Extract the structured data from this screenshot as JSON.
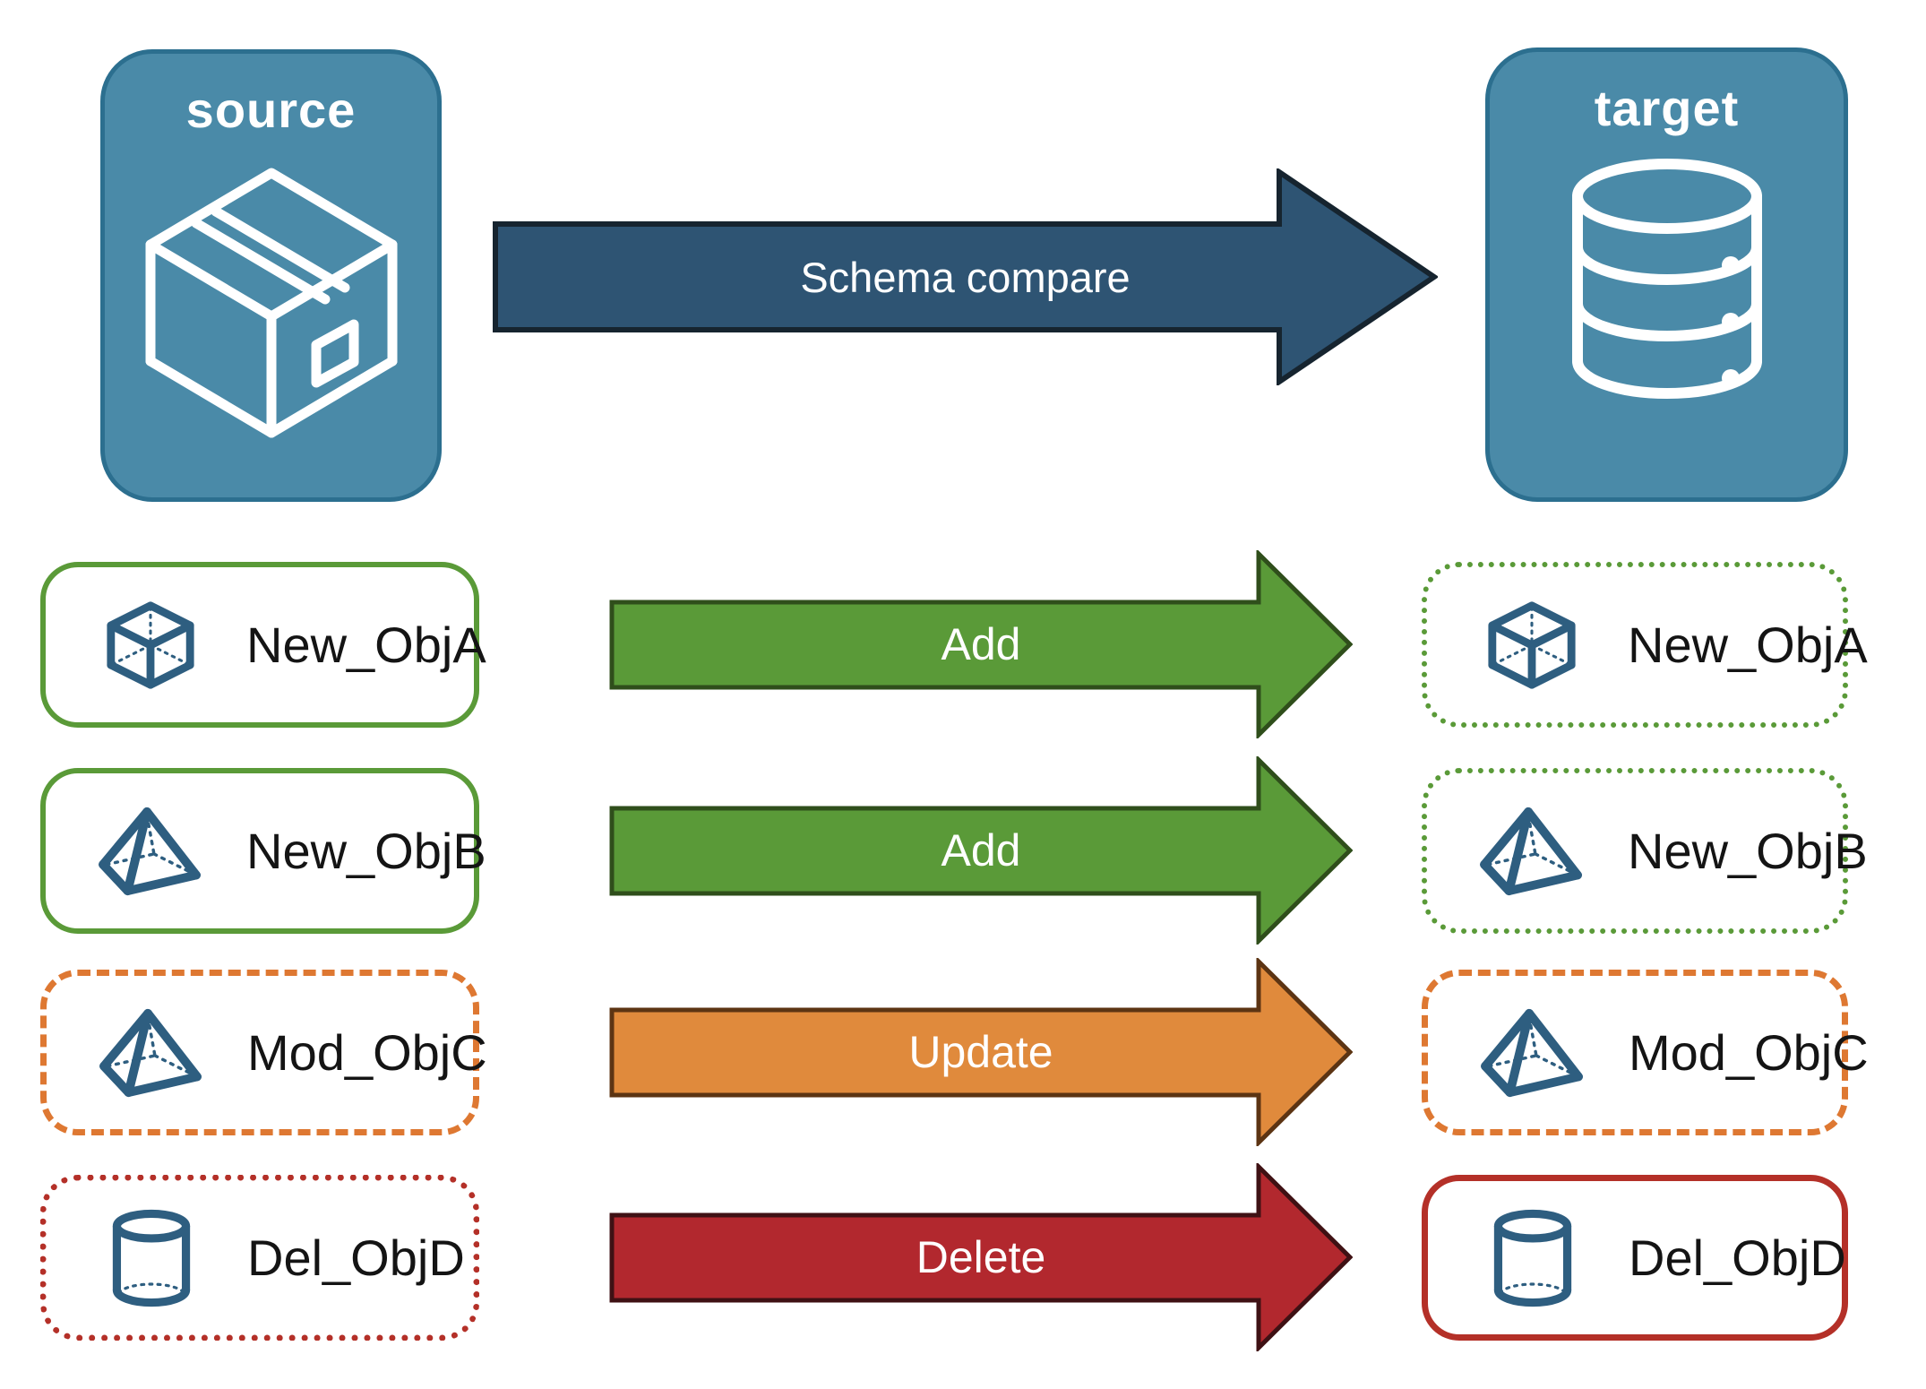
{
  "diagram": {
    "source": {
      "title": "source",
      "icon": "package-icon"
    },
    "target": {
      "title": "target",
      "icon": "database-icon"
    },
    "compare_arrow": {
      "label": "Schema compare"
    },
    "rows": [
      {
        "name": "New_ObjA",
        "icon": "cube-icon",
        "action": "Add",
        "source_border": "green-solid",
        "target_border": "green-dotted"
      },
      {
        "name": "New_ObjB",
        "icon": "pyramid-icon",
        "action": "Add",
        "source_border": "green-solid",
        "target_border": "green-dotted"
      },
      {
        "name": "Mod_ObjC",
        "icon": "pyramid-icon",
        "action": "Update",
        "source_border": "orange-dashed",
        "target_border": "orange-dashed"
      },
      {
        "name": "Del_ObjD",
        "icon": "cylinder-icon",
        "action": "Delete",
        "source_border": "red-dotted",
        "target_border": "red-solid"
      }
    ]
  },
  "colors": {
    "node_fill": "#4a8aa8",
    "node_border": "#2c6f8f",
    "navy_fill": "#2e5473",
    "navy_border": "#16242f",
    "green_fill": "#5a9a38",
    "green_border": "#2f4e1b",
    "green_outline": "#5a9a38",
    "orange_fill": "#e08a3c",
    "orange_border": "#5c3413",
    "orange_outline": "#de7832",
    "red_fill": "#b2282e",
    "red_border": "#3f1114",
    "red_outline": "#b43028",
    "icon_blue": "#2e5e80",
    "label_color": "#141414"
  }
}
